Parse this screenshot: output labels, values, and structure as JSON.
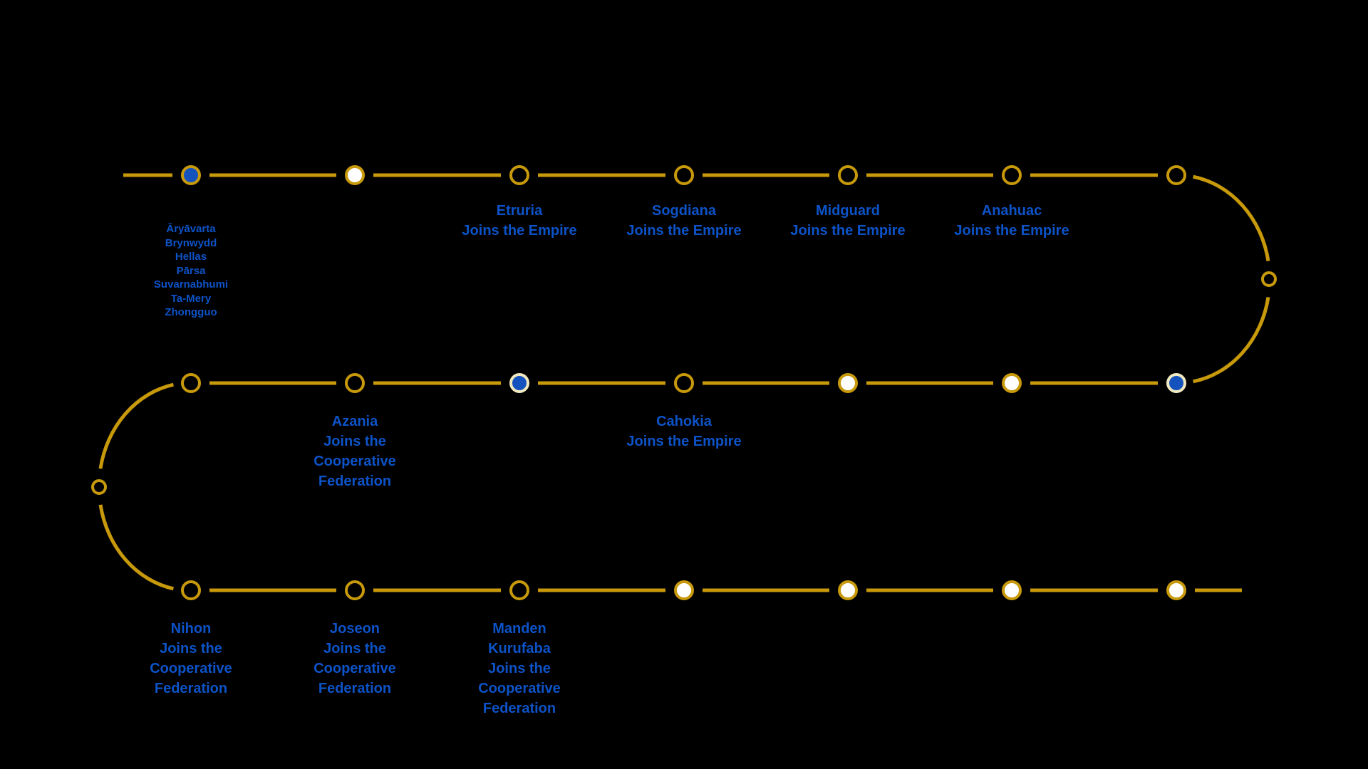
{
  "colors": {
    "background": "#000000",
    "gold": "#C7990B",
    "blue": "#1453BE",
    "cream": "#F0E9C0",
    "white": "#FFFFFF",
    "text": "#0D53C8"
  },
  "timeline": {
    "shape": "serpentine",
    "rows": 3,
    "nodes_per_row": 7,
    "labels": {
      "era_list": "Āryāvarta\nBrynwydd\nHellas\nPārsa\nSuvarnabhumi\nTa-Mery\nZhongguo",
      "etruria": "Etruria\nJoins the Empire",
      "sogdiana": "Sogdiana\nJoins the Empire",
      "midguard": "Midguard\nJoins the Empire",
      "anahuac": "Anahuac\nJoins the Empire",
      "azania": "Azania\nJoins the\nCooperative\nFederation",
      "cahokia": "Cahokia\nJoins the Empire",
      "nihon": "Nihon\nJoins the\nCooperative\nFederation",
      "joseon": "Joseon\nJoins the\nCooperative\nFederation",
      "manden": "Manden\nKurufaba\nJoins the\nCooperative\nFederation"
    }
  },
  "nodes": {
    "row1": [
      "blue-gold",
      "white",
      "hollow",
      "hollow",
      "hollow",
      "hollow",
      "hollow"
    ],
    "row2": [
      "hollow",
      "hollow",
      "blue-cream",
      "hollow",
      "white",
      "white",
      "blue-cream"
    ],
    "row3": [
      "hollow",
      "hollow",
      "hollow",
      "white",
      "white",
      "white",
      "white"
    ],
    "right_curve": "hollow",
    "left_curve": "hollow"
  }
}
